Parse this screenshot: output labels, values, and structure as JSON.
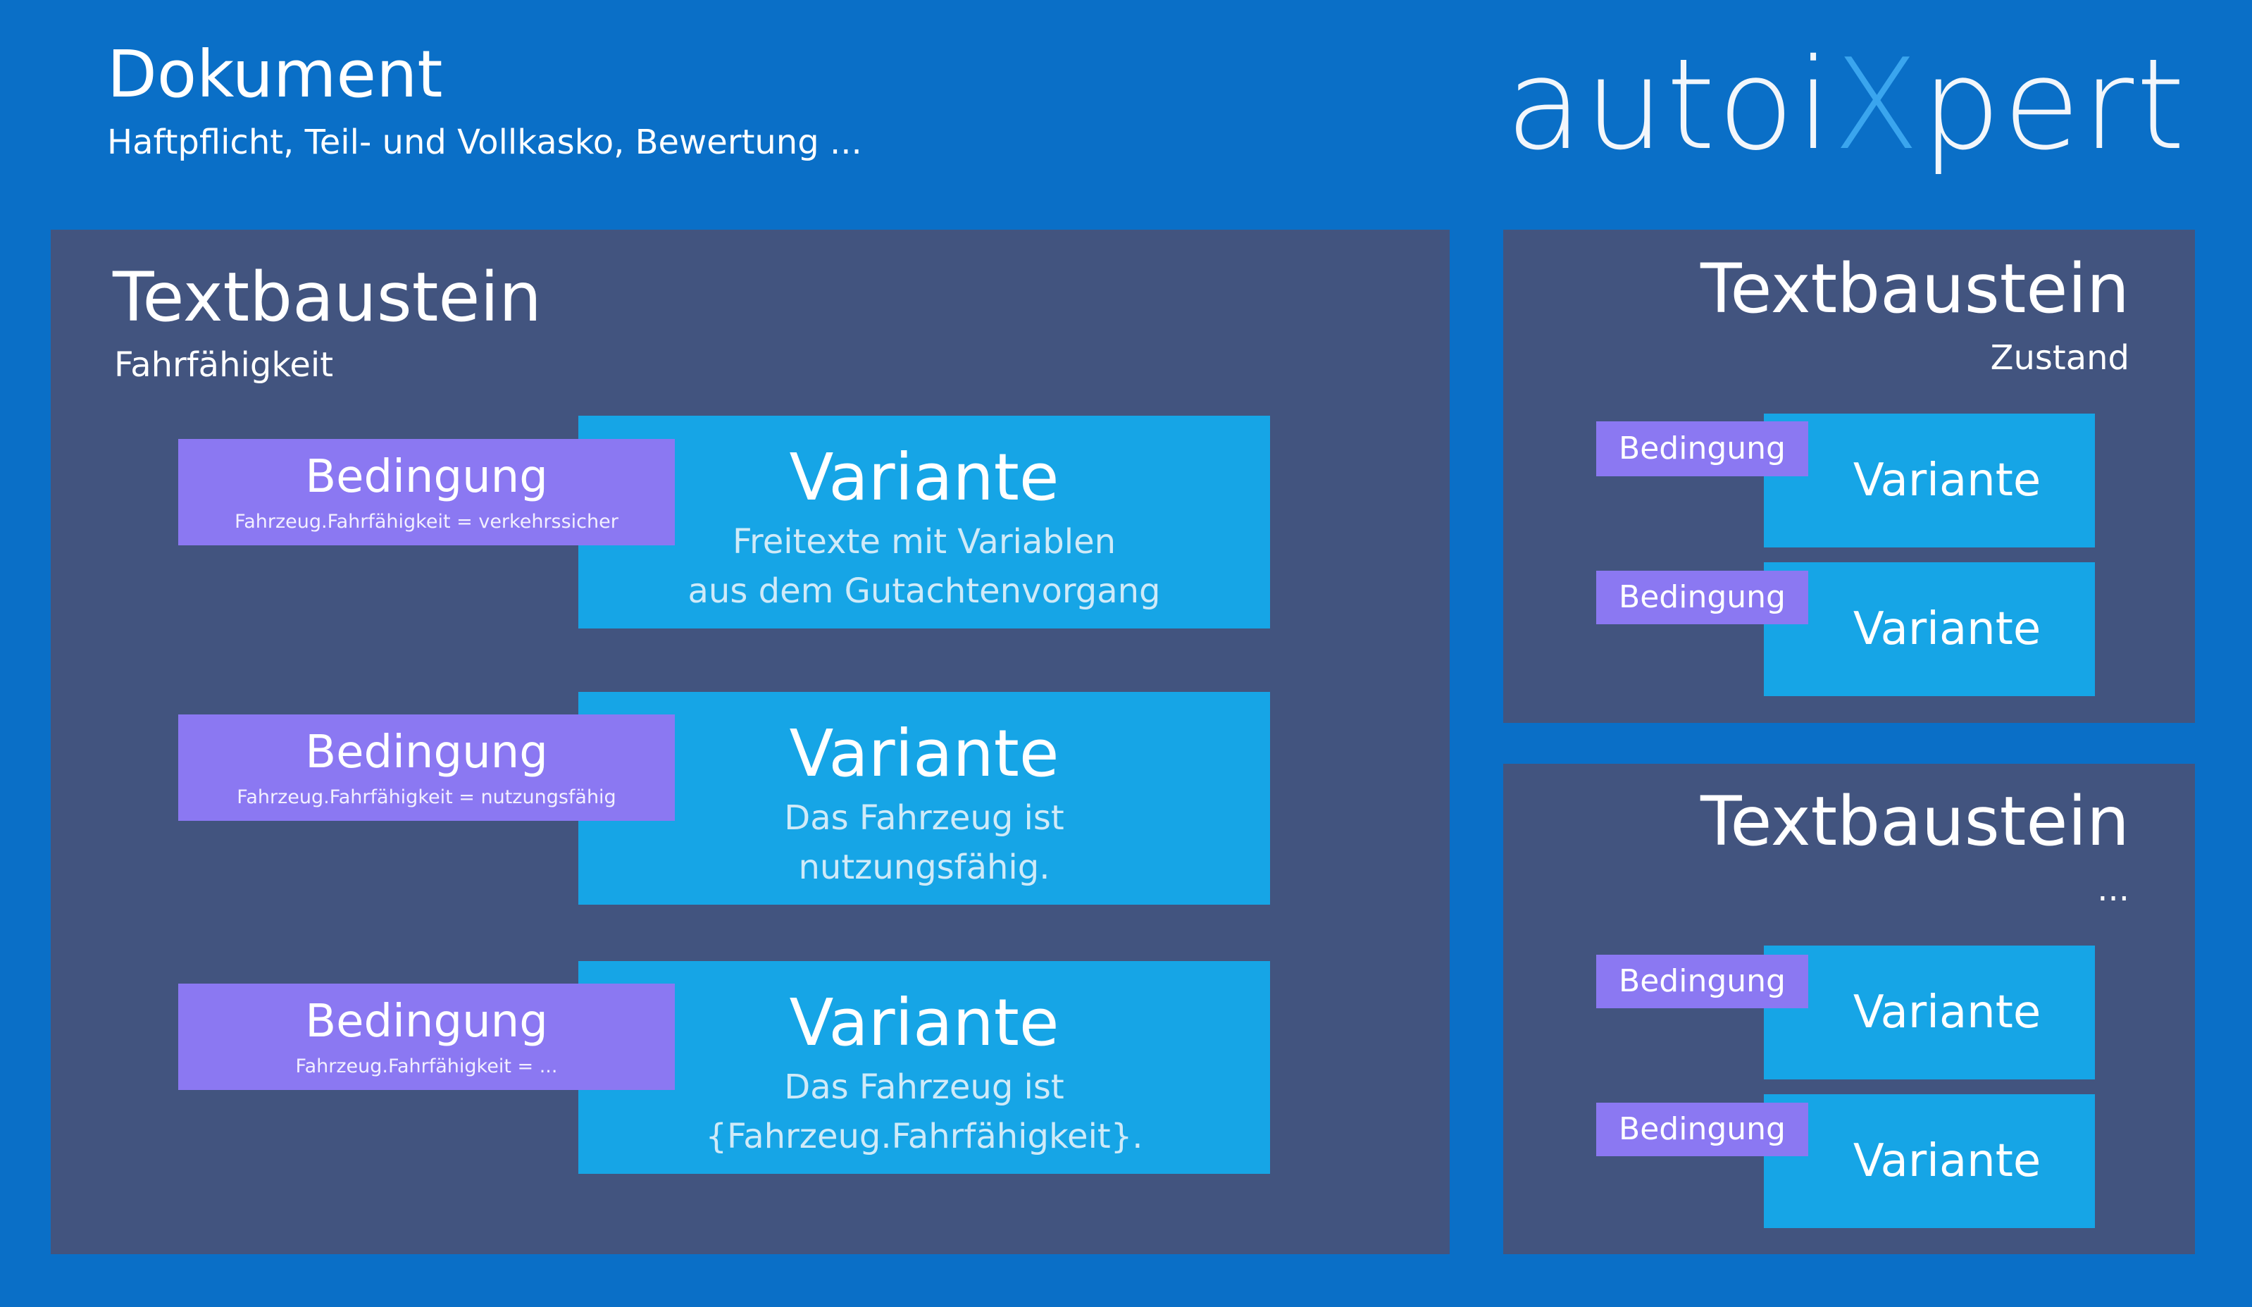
{
  "header": {
    "title": "Dokument",
    "subtitle": "Haftpflicht, Teil- und Vollkasko, Bewertung ...",
    "logo_prefix": "autoi",
    "logo_x": "X",
    "logo_suffix": "pert"
  },
  "main_panel": {
    "title": "Textbaustein",
    "subtitle": "Fahrfähigkeit",
    "rows": [
      {
        "condition_title": "Bedingung",
        "condition_detail": "Fahrzeug.Fahrfähigkeit = verkehrssicher",
        "variant_title": "Variante",
        "variant_line1": "Freitexte mit Variablen",
        "variant_line2": "aus dem Gutachtenvorgang"
      },
      {
        "condition_title": "Bedingung",
        "condition_detail": "Fahrzeug.Fahrfähigkeit = nutzungsfähig",
        "variant_title": "Variante",
        "variant_line1": "Das Fahrzeug ist",
        "variant_line2": "nutzungsfähig."
      },
      {
        "condition_title": "Bedingung",
        "condition_detail": "Fahrzeug.Fahrfähigkeit = ...",
        "variant_title": "Variante",
        "variant_line1": "Das Fahrzeug ist",
        "variant_line2": "{Fahrzeug.Fahrfähigkeit}."
      }
    ]
  },
  "side_panels": [
    {
      "title": "Textbaustein",
      "subtitle": "Zustand",
      "rows": [
        {
          "condition": "Bedingung",
          "variant": "Variante"
        },
        {
          "condition": "Bedingung",
          "variant": "Variante"
        }
      ]
    },
    {
      "title": "Textbaustein",
      "subtitle": "...",
      "rows": [
        {
          "condition": "Bedingung",
          "variant": "Variante"
        },
        {
          "condition": "Bedingung",
          "variant": "Variante"
        }
      ]
    }
  ],
  "colors": {
    "background": "#0a6fc7",
    "panel": "#42547f",
    "variant": "#16a5e6",
    "condition": "#8b78f2"
  }
}
